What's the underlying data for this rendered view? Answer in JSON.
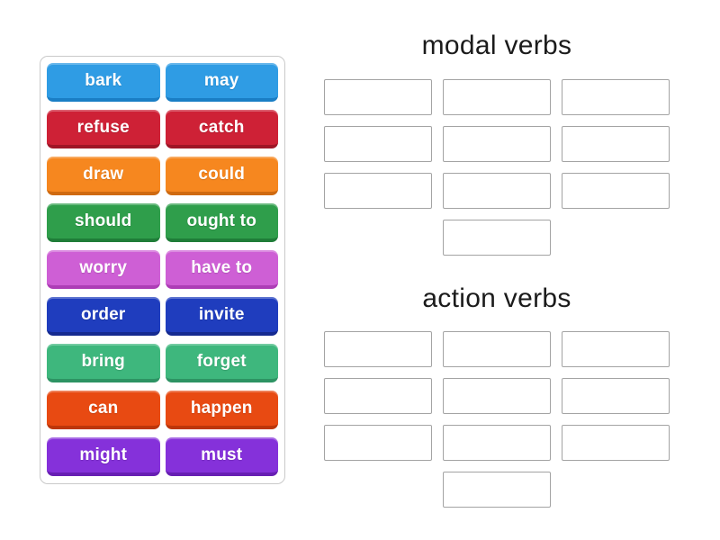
{
  "page": {
    "background_color": "#ffffff",
    "title_color": "#1b1b1b",
    "slot_border_color": "#a3a3a3"
  },
  "tile_panel": {
    "tiles": [
      {
        "label": "bark",
        "color": "#2f9ce4",
        "edge": "#1a7ec5"
      },
      {
        "label": "may",
        "color": "#2f9ce4",
        "edge": "#1a7ec5"
      },
      {
        "label": "refuse",
        "color": "#ce2136",
        "edge": "#9f1526"
      },
      {
        "label": "catch",
        "color": "#ce2136",
        "edge": "#9f1526"
      },
      {
        "label": "draw",
        "color": "#f6871f",
        "edge": "#cf6a10"
      },
      {
        "label": "could",
        "color": "#f6871f",
        "edge": "#cf6a10"
      },
      {
        "label": "should",
        "color": "#2f9e4b",
        "edge": "#1f7d38"
      },
      {
        "label": "ought to",
        "color": "#2f9e4b",
        "edge": "#1f7d38"
      },
      {
        "label": "worry",
        "color": "#ce5fd5",
        "edge": "#ad3db6"
      },
      {
        "label": "have to",
        "color": "#ce5fd5",
        "edge": "#ad3db6"
      },
      {
        "label": "order",
        "color": "#1f3dbe",
        "edge": "#152a90"
      },
      {
        "label": "invite",
        "color": "#1f3dbe",
        "edge": "#152a90"
      },
      {
        "label": "bring",
        "color": "#3eb77d",
        "edge": "#2d9363"
      },
      {
        "label": "forget",
        "color": "#3eb77d",
        "edge": "#2d9363"
      },
      {
        "label": "can",
        "color": "#e84a12",
        "edge": "#bd360a"
      },
      {
        "label": "happen",
        "color": "#e84a12",
        "edge": "#bd360a"
      },
      {
        "label": "might",
        "color": "#8531da",
        "edge": "#671fb3"
      },
      {
        "label": "must",
        "color": "#8531da",
        "edge": "#671fb3"
      }
    ]
  },
  "groups": [
    {
      "title": "modal verbs",
      "slot_count": 10
    },
    {
      "title": "action verbs",
      "slot_count": 10
    }
  ]
}
